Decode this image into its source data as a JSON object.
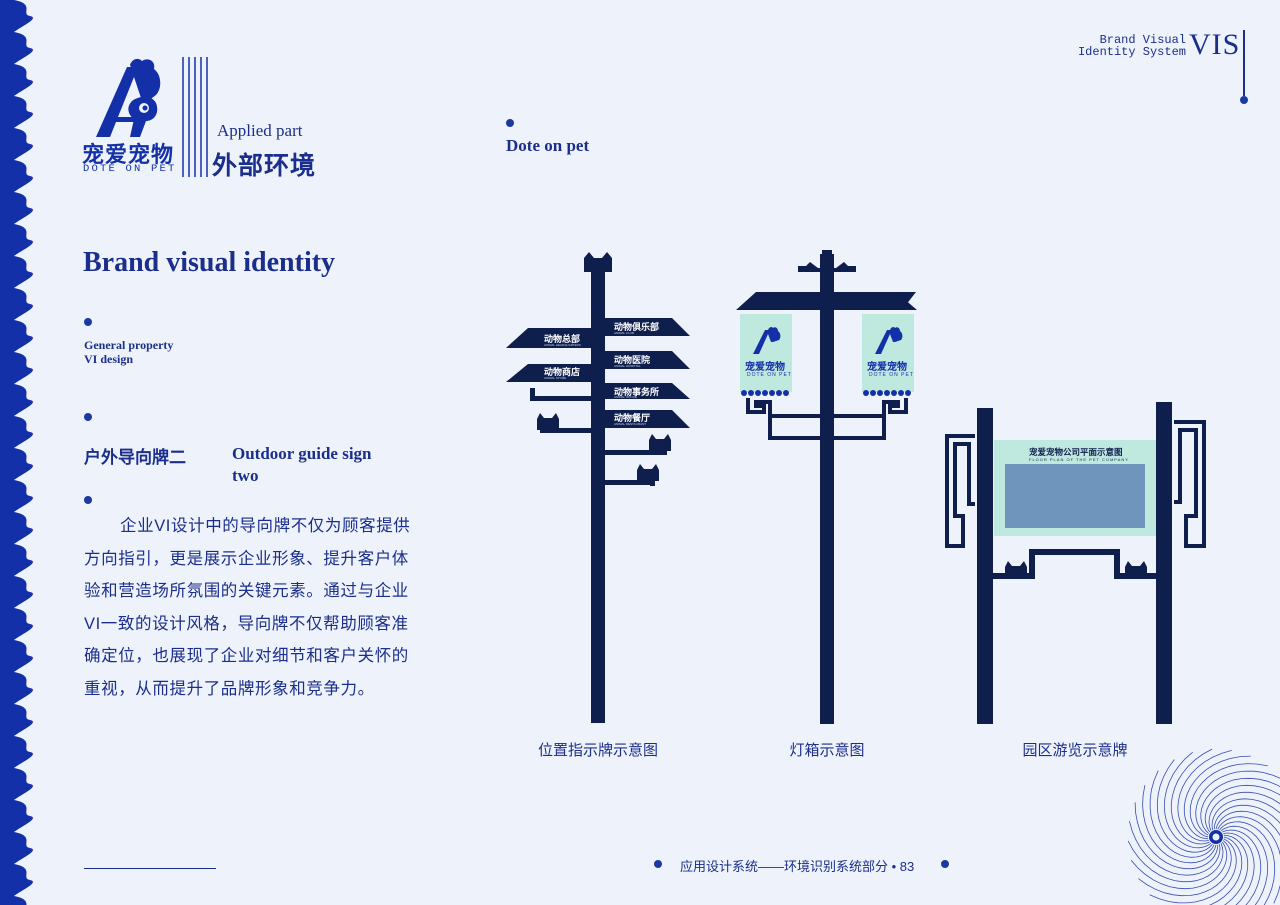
{
  "brand": {
    "logo_cn": "宠爱宠物",
    "logo_en": "DOTE ON PET",
    "applied_part": "Applied part",
    "section_cn": "外部环境"
  },
  "corner": {
    "line1": "Brand Visual",
    "line2": "Identity System",
    "vis": "VIS"
  },
  "dote_label": "Dote on pet",
  "main_title": "Brand visual identity",
  "general": {
    "line1": "General property",
    "line2": "VI design"
  },
  "sign": {
    "title_cn": "户外导向牌二",
    "title_en_1": "Outdoor guide sign",
    "title_en_2": "two"
  },
  "body_text": "企业VI设计中的导向牌不仅为顾客提供方向指引，更是展示企业形象、提升客户体验和营造场所氛围的关键元素。通过与企业VI一致的设计风格，导向牌不仅帮助顾客准确定位，也展现了企业对细节和客户关怀的重视，从而提升了品牌形象和竞争力。",
  "signpost": {
    "left_signs": [
      "动物总部",
      "动物商店"
    ],
    "right_signs": [
      "动物俱乐部",
      "动物医院",
      "动物事务所",
      "动物餐厅"
    ],
    "left_sub": [
      "ANIMAL HEADQUARTERS",
      "ANIMAL STORE"
    ],
    "right_sub": [
      "ANIMAL CLUB",
      "ANIMAL HOSPITAL",
      "ANIMAL OFFICE",
      "ANIMAL RESTAURANT"
    ]
  },
  "lightbox": {
    "logo_cn": "宠爱宠物",
    "logo_en": "DOTE ON PET"
  },
  "board": {
    "title": "宠爱宠物公司平面示意图",
    "subtitle": "FLOOR PLAN OF THE PET COMPANY"
  },
  "captions": {
    "c1": "位置指示牌示意图",
    "c2": "灯箱示意图",
    "c3": "园区游览示意牌"
  },
  "footer": {
    "text": "应用设计系统——环境识别系统部分",
    "page": "83"
  },
  "colors": {
    "navy": "#0f1f4d",
    "brand_blue": "#13279a",
    "mint": "#bfe8de",
    "panel_blue": "#7095bd",
    "background": "#eef3fb"
  }
}
